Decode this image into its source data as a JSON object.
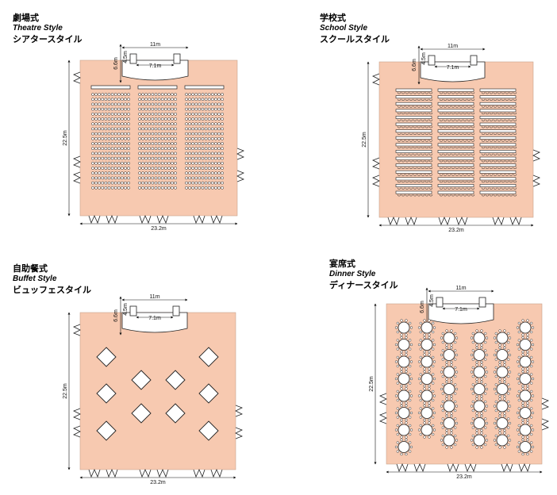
{
  "colors": {
    "floor": "#f7c9b0",
    "stroke": "#222222",
    "white": "#ffffff"
  },
  "panels": [
    {
      "key": "theatre",
      "ja": "劇場式",
      "en": "Theatre  Style",
      "kana": "シアタースタイル"
    },
    {
      "key": "school",
      "ja": "学校式",
      "en": "School  Style",
      "kana": "スクールスタイル"
    },
    {
      "key": "buffet",
      "ja": "自助餐式",
      "en": "Buffet Style",
      "kana": "ビュッフェスタイル"
    },
    {
      "key": "dinner",
      "ja": "宴席式",
      "en": "Dinner  Style",
      "kana": "ディナースタイル"
    }
  ],
  "dims": {
    "width": "23.2m",
    "depth": "22.5m",
    "stage_width": "11m",
    "stage_inner": "7.1m",
    "stage_depth": "6.6m",
    "stage_step": "4.5m"
  }
}
